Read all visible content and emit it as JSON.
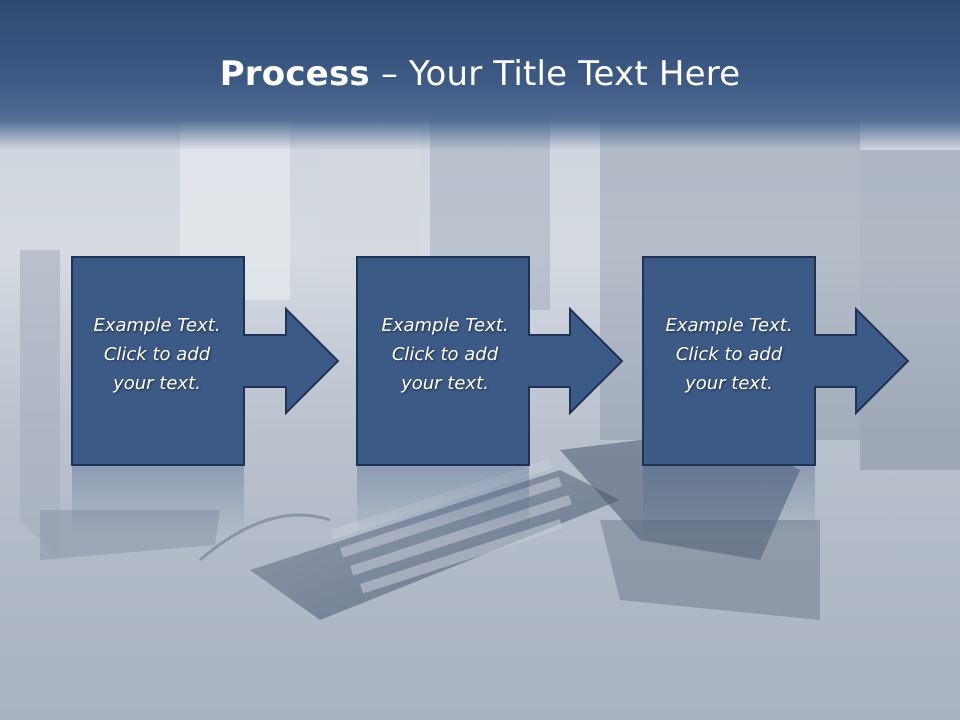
{
  "slide": {
    "title_bold": "Process",
    "title_rest": " – Your Title Text Here"
  },
  "steps": [
    {
      "line1": "Example Text.",
      "line2": "Click  to add",
      "line3": "your text."
    },
    {
      "line1": "Example Text.",
      "line2": "Click  to add",
      "line3": "your text."
    },
    {
      "line1": "Example Text.",
      "line2": "Click  to add",
      "line3": "your text."
    }
  ],
  "colors": {
    "header": "#2f4a72",
    "box_fill": "#3c5a86",
    "box_stroke": "#1f3354"
  }
}
